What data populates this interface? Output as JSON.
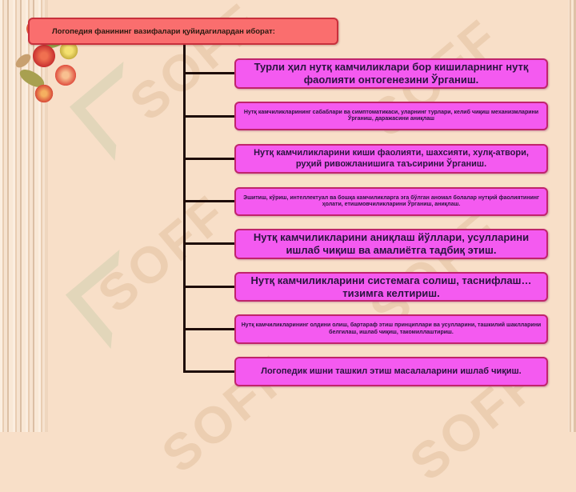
{
  "slide": {
    "background_color": "#f8dfc8",
    "watermark_text": "SOFF"
  },
  "header": {
    "text": "Логопедия фанининг вазифалари қуйидагилардан иборат:",
    "fill_color": "#fa6e6e",
    "border_color": "#c8303c"
  },
  "nodes": [
    {
      "text": "Турли ҳил нутқ камчиликлари бор кишиларнинг нутқ фаолияти онтогенезини Ўрганиш."
    },
    {
      "text": "Нутқ камчиликларининг сабаблари ва симптоматикаси, уларнинг турлари, келиб чиқиш механизмларини Ўрганиш, даражасини аниқлаш"
    },
    {
      "text": "Нутқ камчиликларини киши фаолияти, шахсияти, хулқ-атвори, руҳий ривожланишига таъсирини Ўрганиш."
    },
    {
      "text": "Эшитиш, кўриш, интеллектуал ва бошқа камчиликларга эга бўлган аномал болалар нутқий фаолиятининг ҳолати, етишмовчиликларини Ўрганиш, аниқлаш."
    },
    {
      "text": "Нутқ камчиликларини аниқлаш йўллари, усулларини ишлаб чиқиш ва амалиётга тадбиқ этиш."
    },
    {
      "text": "Нутқ камчиликларини системага солиш, таснифлаш…тизимга келтириш."
    },
    {
      "text": "Нутқ камчиликларининг олдини олиш, бартараф этиш принциплари ва усулларини, ташкилий шаклларини белгилаш, ишлаб чиқиш, такомиллаштириш."
    },
    {
      "text": "Логопедик ишни ташкил этиш масалаларини ишлаб чиқиш."
    }
  ],
  "node_style": {
    "fill_color": "#f45af0",
    "border_color": "#c0246c",
    "text_color": "#2a1440",
    "connector_color": "#1e0c08"
  }
}
